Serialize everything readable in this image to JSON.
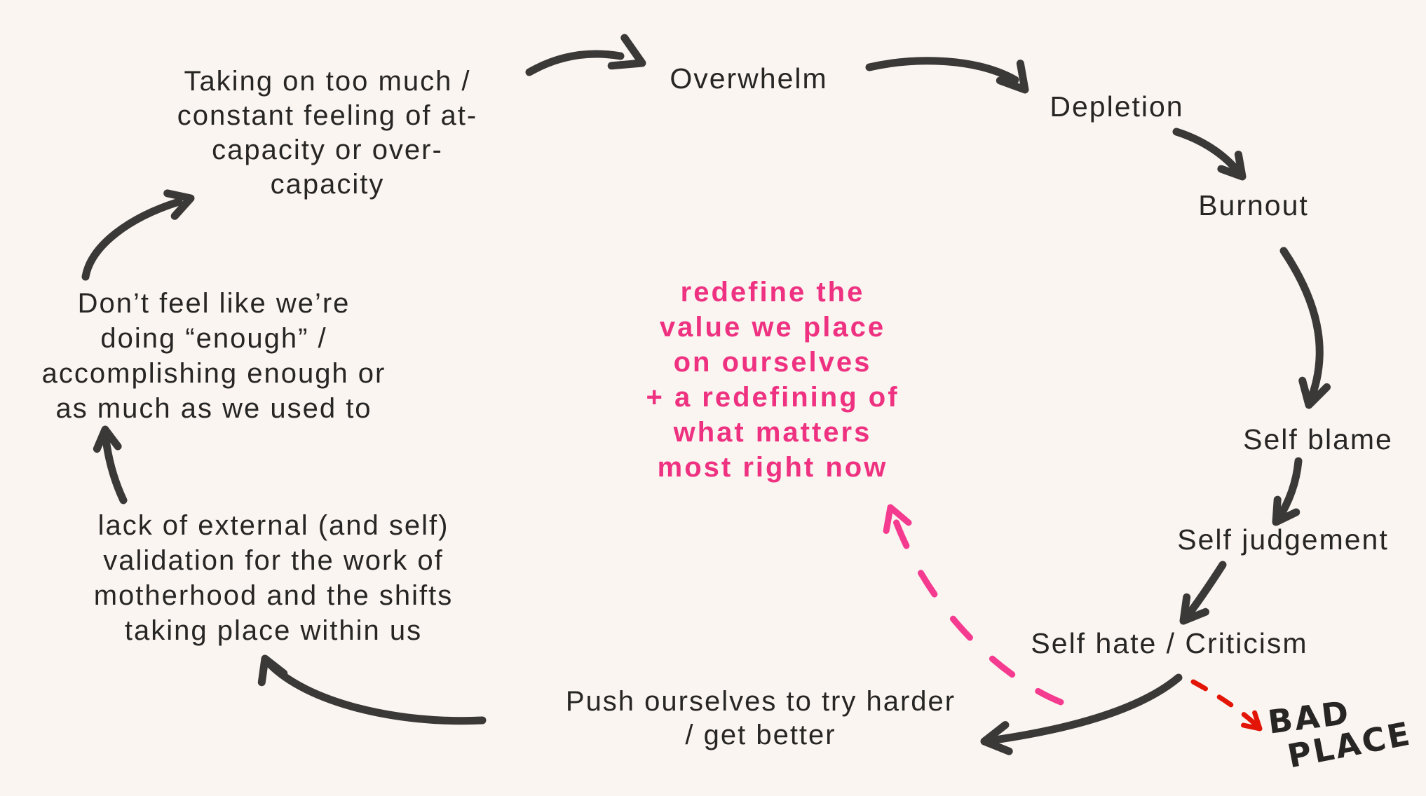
{
  "palette": {
    "background": "#faf5f0",
    "ink": "#3a3938",
    "text": "#272625",
    "pink": "#ee3180",
    "pink_arrow": "#f43b90",
    "red": "#e21507"
  },
  "nodes": {
    "taking_on": {
      "lines": [
        "Taking on too much /",
        "constant feeling of at-",
        "capacity or over-",
        "capacity"
      ]
    },
    "overwhelm": {
      "label": "Overwhelm"
    },
    "depletion": {
      "label": "Depletion"
    },
    "burnout": {
      "label": "Burnout"
    },
    "self_blame": {
      "label": "Self blame"
    },
    "self_judgement": {
      "label": "Self judgement"
    },
    "self_hate": {
      "label": "Self hate / Criticism"
    },
    "push": {
      "lines": [
        "Push ourselves to try harder",
        "/ get better"
      ]
    },
    "dont_feel": {
      "lines": [
        "Don’t feel like we’re",
        "doing “enough” /",
        "accomplishing enough or",
        "as much as we used to"
      ]
    },
    "lack_of": {
      "lines": [
        "lack of external (and self)",
        "validation for the work of",
        "motherhood and the shifts",
        "taking place within us"
      ]
    },
    "redefine": {
      "lines": [
        "redefine the",
        "value we place",
        "on ourselves",
        "+ a redefining of",
        "what matters",
        "most right now"
      ]
    },
    "bad_place": {
      "lines": [
        "BAD",
        "PLACE"
      ]
    }
  },
  "edges": [
    {
      "id": "lackof_dontfeel",
      "from": "lack-of-validation",
      "to": "dont-feel-enough",
      "color": "ink",
      "style": "solid"
    },
    {
      "id": "dontfeel_taking",
      "from": "dont-feel-enough",
      "to": "taking-on-too-much",
      "color": "ink",
      "style": "solid"
    },
    {
      "id": "taking_overwhelm",
      "from": "taking-on-too-much",
      "to": "overwhelm",
      "color": "ink",
      "style": "solid"
    },
    {
      "id": "overwhelm_depletion",
      "from": "overwhelm",
      "to": "depletion",
      "color": "ink",
      "style": "solid"
    },
    {
      "id": "depletion_burnout",
      "from": "depletion",
      "to": "burnout",
      "color": "ink",
      "style": "solid"
    },
    {
      "id": "burnout_selfblame",
      "from": "burnout",
      "to": "self-blame",
      "color": "ink",
      "style": "solid"
    },
    {
      "id": "selfblame_selfjudgement",
      "from": "self-blame",
      "to": "self-judgement",
      "color": "ink",
      "style": "solid"
    },
    {
      "id": "selfjudgement_selfhate",
      "from": "self-judgement",
      "to": "self-hate-criticism",
      "color": "ink",
      "style": "solid"
    },
    {
      "id": "selfhate_push",
      "from": "self-hate-criticism",
      "to": "push-ourselves",
      "color": "ink",
      "style": "solid"
    },
    {
      "id": "push_lackof",
      "from": "push-ourselves",
      "to": "lack-of-validation",
      "color": "ink",
      "style": "solid"
    },
    {
      "id": "selfhate_redefine",
      "from": "self-hate-criticism",
      "to": "redefine-value",
      "color": "pink_arrow",
      "style": "dashed"
    },
    {
      "id": "selfhate_badplace",
      "from": "self-hate-criticism",
      "to": "bad-place",
      "color": "red",
      "style": "dashed"
    }
  ]
}
